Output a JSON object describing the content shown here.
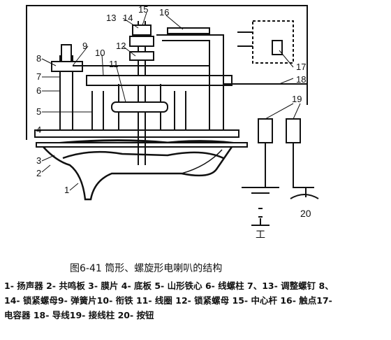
{
  "figure": {
    "labels": {
      "n1": "1",
      "n2": "2",
      "n3": "3",
      "n4": "4",
      "n5": "5",
      "n6": "6",
      "n7": "7",
      "n8": "8",
      "n9": "9",
      "n10": "10",
      "n11": "11",
      "n12": "12",
      "n13": "13",
      "n14": "14",
      "n15": "15",
      "n16": "16",
      "n17": "17",
      "n18": "18",
      "n19": "19",
      "n20": "20",
      "ground": "工"
    }
  },
  "caption": "图6-41 筒形、螺旋形电喇叭的结构",
  "legend": [
    "1- 扬声器 2- 共鸣板 3- 膜片 4- 底板 5- 山形铁心 6- 线螺柱 7、13- 调整螺钉  8、",
    "14- 锁紧螺母9- 弹簧片10- 衔铁 11- 线圈 12- 锁紧螺母 15- 中心杆  16- 触点17-",
    "电容器 18- 导线19- 接线柱  20- 按钮"
  ]
}
